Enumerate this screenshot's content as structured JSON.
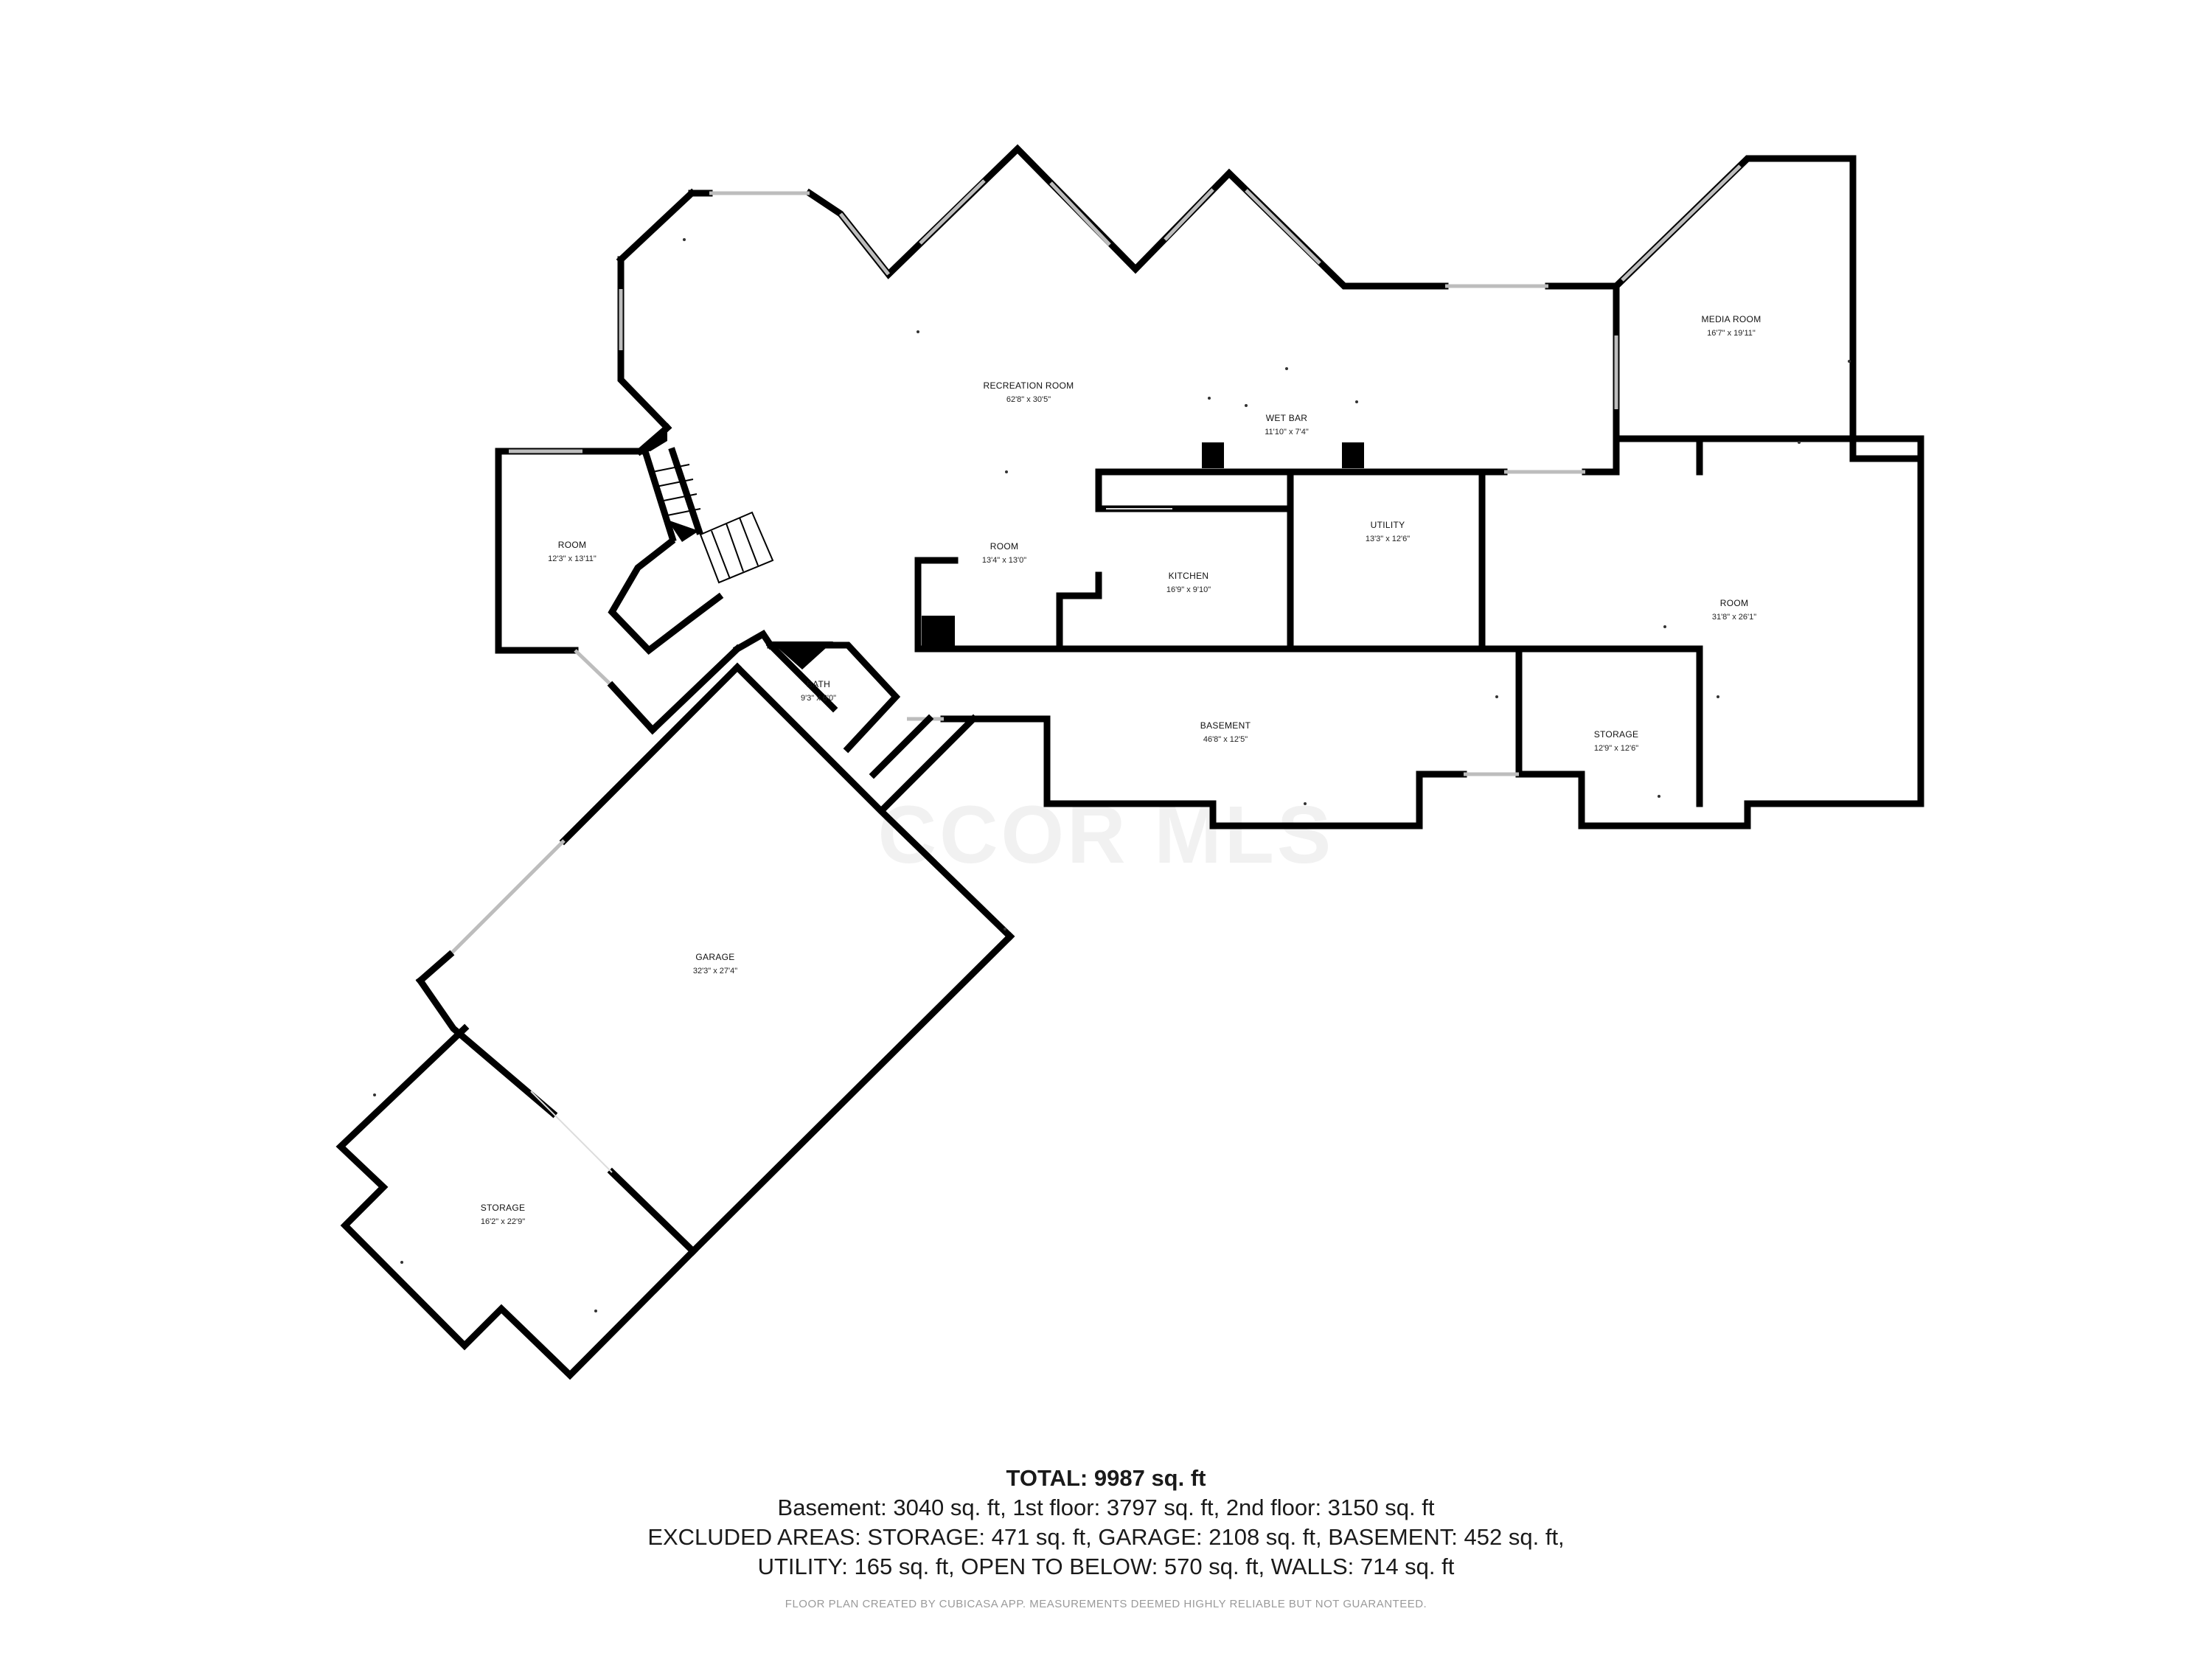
{
  "watermark": "CCOR MLS",
  "rooms": [
    {
      "id": "recreation-room",
      "name": "RECREATION ROOM",
      "dims": "62'8\" x 30'5\""
    },
    {
      "id": "wet-bar",
      "name": "WET BAR",
      "dims": "11'10\" x 7'4\""
    },
    {
      "id": "media-room",
      "name": "MEDIA ROOM",
      "dims": "16'7\" x 19'11\""
    },
    {
      "id": "room-west",
      "name": "ROOM",
      "dims": "12'3\" x 13'11\""
    },
    {
      "id": "room-center",
      "name": "ROOM",
      "dims": "13'4\" x 13'0\""
    },
    {
      "id": "kitchen",
      "name": "KITCHEN",
      "dims": "16'9\" x 9'10\""
    },
    {
      "id": "utility",
      "name": "UTILITY",
      "dims": "13'3\" x 12'6\""
    },
    {
      "id": "room-east",
      "name": "ROOM",
      "dims": "31'8\" x 26'1\""
    },
    {
      "id": "bath",
      "name": "BATH",
      "dims": "9'3\" x 6'0\""
    },
    {
      "id": "basement",
      "name": "BASEMENT",
      "dims": "46'8\" x 12'5\""
    },
    {
      "id": "storage-east",
      "name": "STORAGE",
      "dims": "12'9\" x 12'6\""
    },
    {
      "id": "garage",
      "name": "GARAGE",
      "dims": "32'3\" x 27'4\""
    },
    {
      "id": "storage-south",
      "name": "STORAGE",
      "dims": "16'2\" x 22'9\""
    }
  ],
  "summary": {
    "total": "TOTAL: 9987 sq. ft",
    "line1": "Basement: 3040 sq. ft, 1st floor: 3797 sq. ft, 2nd floor: 3150 sq. ft",
    "line2": "EXCLUDED AREAS: STORAGE: 471 sq. ft, GARAGE: 2108 sq. ft, BASEMENT: 452 sq. ft,",
    "line3": "UTILITY: 165 sq. ft, OPEN TO BELOW: 570 sq. ft, WALLS: 714 sq. ft",
    "credit": "FLOOR PLAN CREATED BY CUBICASA APP. MEASUREMENTS DEEMED HIGHLY RELIABLE BUT NOT GUARANTEED."
  }
}
